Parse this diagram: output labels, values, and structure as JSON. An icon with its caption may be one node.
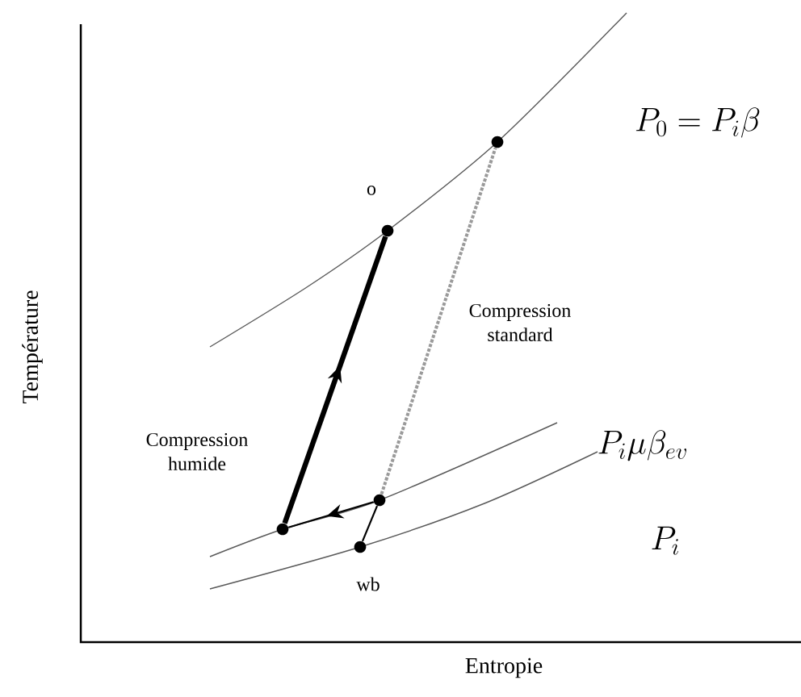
{
  "diagram": {
    "nodes": [
      {
        "text": [],
        "shape": "circle"
      },
      {
        "text": [],
        "shape": "circle",
        "beside": [
          "o"
        ]
      },
      {
        "text": [],
        "shape": "circle"
      },
      {
        "text": [],
        "shape": "circle"
      },
      {
        "text": [],
        "shape": "circle",
        "beside": [
          "wb"
        ]
      }
    ],
    "edges": [
      {
        "from": 4,
        "to": 2,
        "arrow": "none"
      },
      {
        "from": 2,
        "to": 3,
        "arrow": "to"
      },
      {
        "from": 3,
        "to": 1,
        "arrow": "to",
        "style": "thick"
      },
      {
        "from": 2,
        "to": 0,
        "arrow": "none",
        "style": "dashed",
        "color": "#9a9a9a"
      }
    ],
    "labels": [
      "Température",
      "Compression standard",
      "Compression humide",
      "P_0 = P_i\\beta",
      "P_i\\mu\\beta_{ev}",
      "P_i",
      "Entropie"
    ]
  }
}
